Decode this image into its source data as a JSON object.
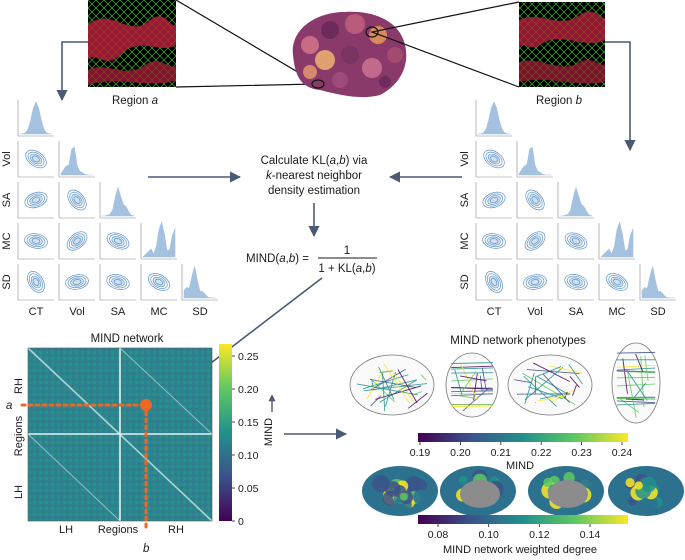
{
  "regions": {
    "a_label": "Region ",
    "a_var": "a",
    "b_label": "Region ",
    "b_var": "b"
  },
  "pairplot": {
    "row_labels": [
      "Vol",
      "SA",
      "MC",
      "SD"
    ],
    "col_labels": [
      "CT",
      "Vol",
      "SA",
      "MC",
      "SD"
    ]
  },
  "kl_text": {
    "line1_a": "Calculate KL(",
    "line1_var_a": "a",
    "line1_comma": ",",
    "line1_var_b": "b",
    "line1_b": ") via",
    "line2_k": "k",
    "line2_rest": "-nearest neighbor",
    "line3": "density estimation"
  },
  "formula": {
    "lhs_a": "MIND(",
    "lhs_var_a": "a",
    "lhs_comma": ",",
    "lhs_var_b": "b",
    "lhs_b": ") = ",
    "numerator": "1",
    "denom_a": "1 + KL(",
    "denom_var_a": "a",
    "denom_comma": ",",
    "denom_var_b": "b",
    "denom_b": ")"
  },
  "network": {
    "title": "MIND network",
    "row_labels": [
      "RH",
      "Regions",
      "LH"
    ],
    "col_labels": [
      "LH",
      "Regions",
      "RH"
    ],
    "marker_a": "a",
    "marker_b": "b",
    "colorbar_label": "MIND",
    "colorbar_ticks": [
      "0.25",
      "0.20",
      "0.15",
      "0.10",
      "0.05",
      "0"
    ]
  },
  "phenotypes": {
    "title": "MIND network phenotypes",
    "edge_cbar_ticks": [
      "0.19",
      "0.20",
      "0.21",
      "0.22",
      "0.23",
      "0.24"
    ],
    "edge_cbar_label": "MIND",
    "degree_cbar_ticks": [
      "0.08",
      "0.10",
      "0.12",
      "0.14"
    ],
    "degree_cbar_label": "MIND network weighted degree"
  },
  "colors": {
    "arrow": "#4a5a75",
    "orange": "#f26522",
    "kde": "#4a86c5",
    "hist": "#5a8fc8"
  }
}
